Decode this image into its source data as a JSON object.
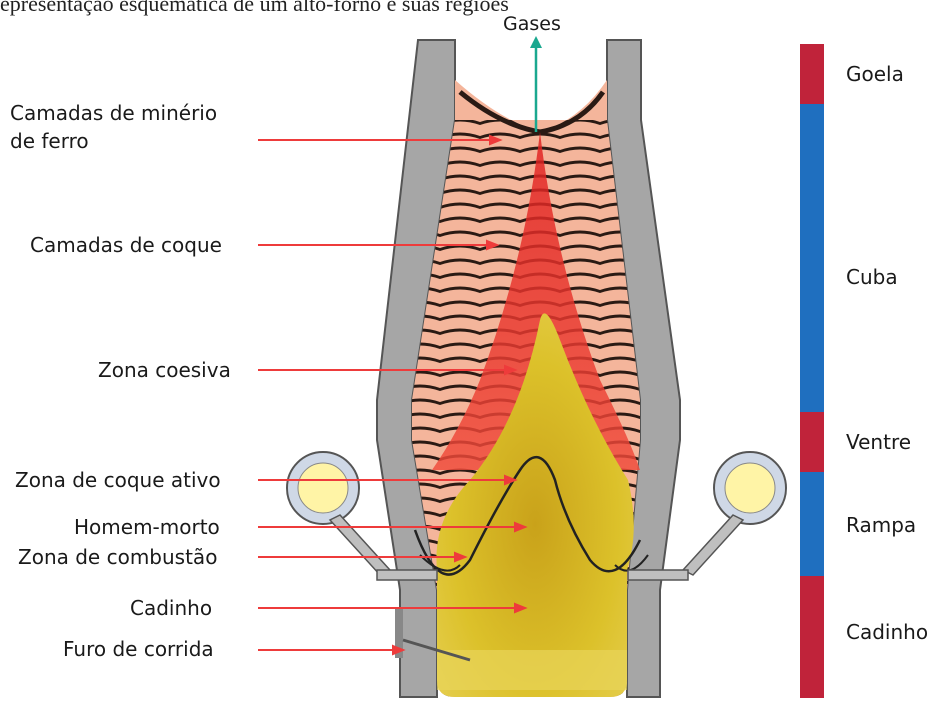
{
  "caption": "epresentação esquemática de um alto-forno e suas regiões",
  "gases_label": "Gases",
  "labels": [
    "Camadas de minério de ferro",
    "Camadas de coque",
    "Zona coesiva",
    "Zona de coque ativo",
    "Homem-morto",
    "Zona de combustão",
    "Cadinho",
    "Furo de corrida"
  ],
  "regions": [
    {
      "name": "Goela",
      "color": "#c0233a"
    },
    {
      "name": "Cuba",
      "color": "#1f6fbf"
    },
    {
      "name": "Ventre",
      "color": "#c0233a"
    },
    {
      "name": "Rampa",
      "color": "#1f6fbf"
    },
    {
      "name": "Cadinho",
      "color": "#c0233a"
    }
  ],
  "colors": {
    "arrow": "#ee3b3b",
    "gas_arrow": "#1aa88f",
    "wall": "#a6a6a6",
    "ore_layer": "#f2ae92",
    "coke_layer": "#2b1a14",
    "hot_zone": "#e82a26",
    "dead_man": "#d9bc1f"
  }
}
